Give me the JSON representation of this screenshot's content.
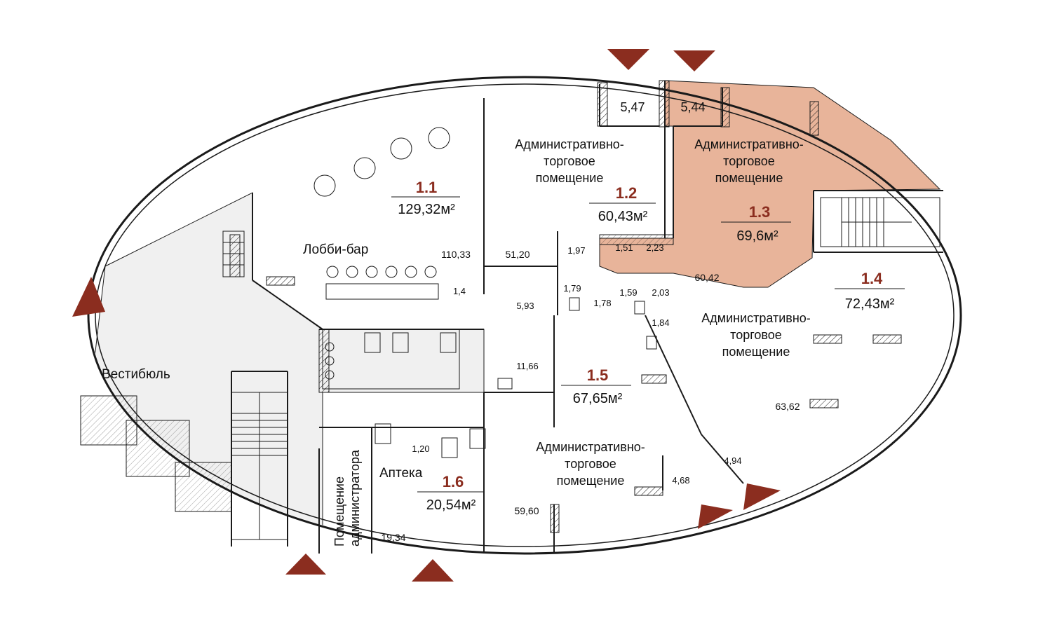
{
  "colors": {
    "highlight": "#e8b49a",
    "arrow": "#8b2d1f",
    "wall": "#1a1a1a",
    "corridor": "#f0f0f0"
  },
  "units": [
    {
      "id": "1.1",
      "area": "129,32м²"
    },
    {
      "id": "1.2",
      "area": "60,43м²"
    },
    {
      "id": "1.3",
      "area": "69,6м²",
      "highlighted": true
    },
    {
      "id": "1.4",
      "area": "72,43м²"
    },
    {
      "id": "1.5",
      "area": "67,65м²"
    },
    {
      "id": "1.6",
      "area": "20,54м²"
    }
  ],
  "room_names": {
    "lobby_bar": "Лобби-бар",
    "vestibule": "Вестибюль",
    "pharmacy": "Аптека",
    "admin_room_line1": "Помещение",
    "admin_room_line2": "администратора",
    "admin_trade_1_2": [
      "Административно-",
      "торговое",
      "помещение"
    ],
    "admin_trade_1_3": [
      "Административно-",
      "торговое",
      "помещение"
    ],
    "admin_trade_1_4": [
      "Административно-",
      "торговое",
      "помещение"
    ],
    "admin_trade_1_5": [
      "Административно-",
      "торговое",
      "помещение"
    ]
  },
  "dimensions": {
    "d_5_47": "5,47",
    "d_5_44": "5,44",
    "d_110_33": "110,33",
    "d_51_20": "51,20",
    "d_1_97": "1,97",
    "d_1_51": "1,51",
    "d_2_23": "2,23",
    "d_60_42": "60,42",
    "d_1_4": "1,4",
    "d_5_93": "5,93",
    "d_1_79": "1,79",
    "d_1_78": "1,78",
    "d_1_59": "1,59",
    "d_2_03": "2,03",
    "d_1_84": "1,84",
    "d_11_66": "11,66",
    "d_63_62": "63,62",
    "d_4_94": "4,94",
    "d_4_68": "4,68",
    "d_1_20": "1,20",
    "d_59_60": "59,60",
    "d_19_34": "19,34"
  }
}
